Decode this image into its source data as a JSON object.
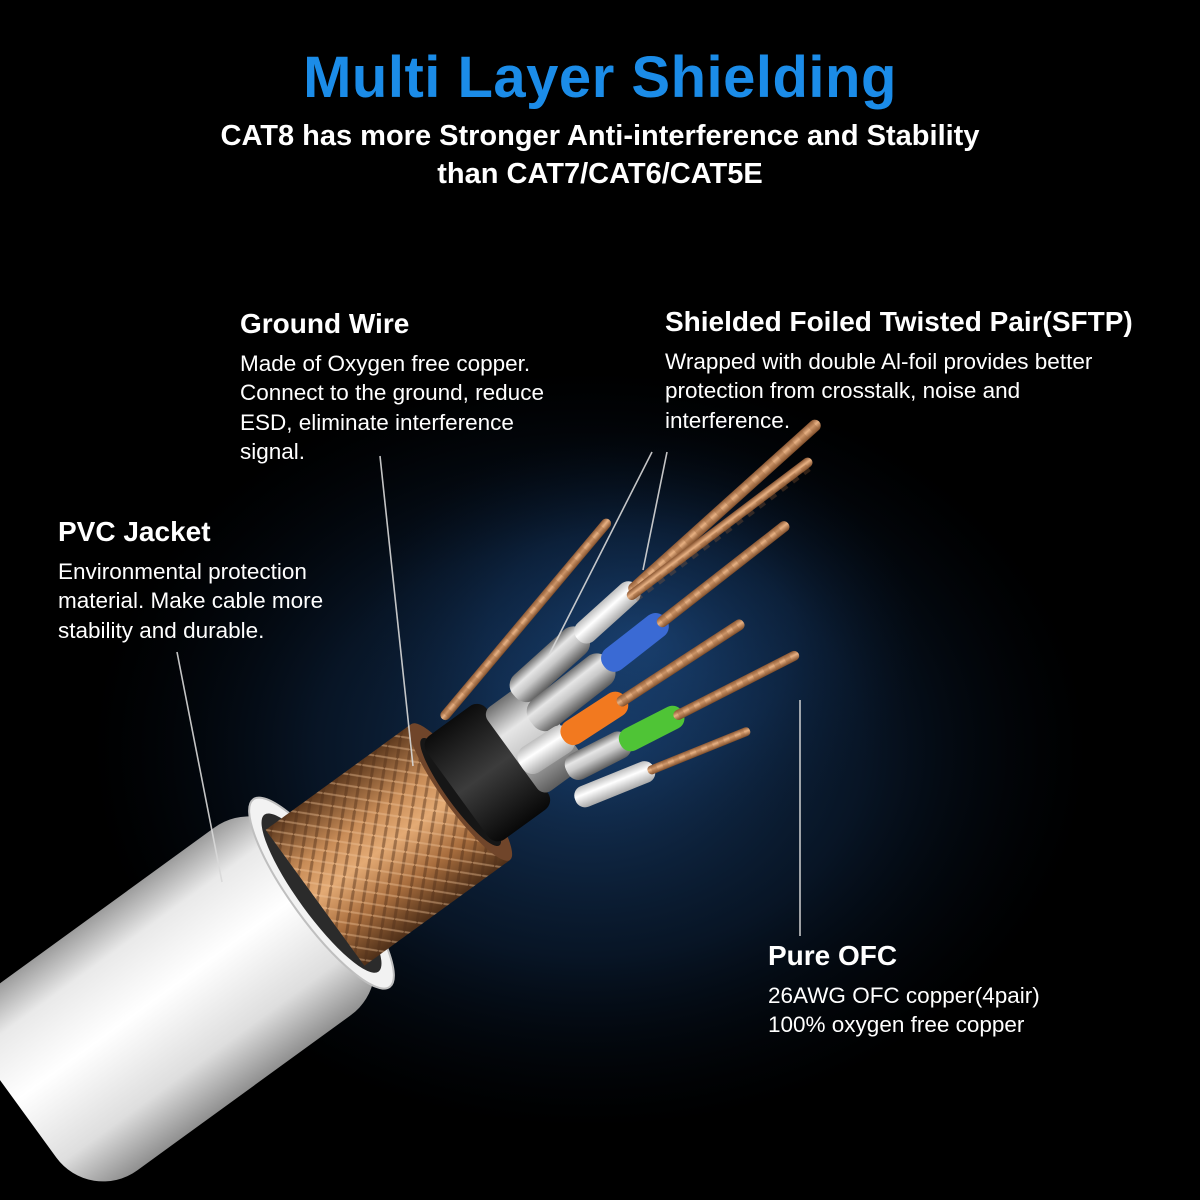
{
  "header": {
    "title": "Multi Layer Shielding",
    "subtitle": "CAT8 has more Stronger Anti-interference and Stability\nthan CAT7/CAT6/CAT5E"
  },
  "callouts": {
    "ground_wire": {
      "title": "Ground Wire",
      "body": "Made of Oxygen free copper.\nConnect to the ground, reduce\nESD, eliminate interference\nsignal."
    },
    "sftp": {
      "title": "Shielded Foiled Twisted Pair(SFTP)",
      "body": "Wrapped with double Al-foil provides better\nprotection from crosstalk, noise and\ninterference."
    },
    "pvc_jacket": {
      "title": "PVC Jacket",
      "body": "Environmental protection\nmaterial. Make cable more\nstability and durable."
    },
    "pure_ofc": {
      "title": "Pure OFC",
      "body": "26AWG OFC copper(4pair)\n100% oxygen free copper"
    }
  },
  "colors": {
    "background": "#000000",
    "title_blue": "#1b8ce8",
    "text_white": "#ffffff",
    "glow_blue": "#2c6ebe",
    "callout_line": "#d9d9d9"
  },
  "illustration": {
    "name": "cat8-cable-cutaway",
    "jacket_color": "#ffffff",
    "wire_colors": {
      "blue": "#3a6ad4",
      "orange": "#f2791f",
      "green": "#4fc436",
      "white": "#f5f5f5",
      "copper": "#c98d58"
    }
  }
}
